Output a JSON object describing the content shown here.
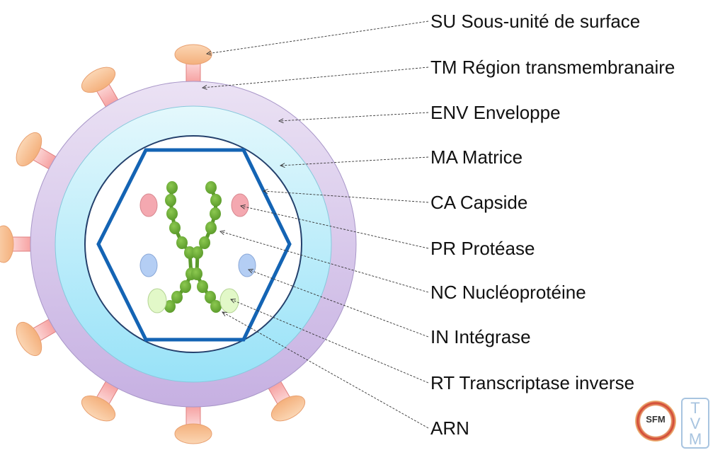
{
  "labels": [
    {
      "abbr": "SU",
      "text": "SU Sous-unité de surface"
    },
    {
      "abbr": "TM",
      "text": "TM Région transmembranaire"
    },
    {
      "abbr": "ENV",
      "text": "ENV Enveloppe"
    },
    {
      "abbr": "MA",
      "text": "MA Matrice"
    },
    {
      "abbr": "CA",
      "text": "CA Capside"
    },
    {
      "abbr": "PR",
      "text": "PR Protéase"
    },
    {
      "abbr": "NC",
      "text": "NC Nucléoprotéine"
    },
    {
      "abbr": "IN",
      "text": "IN Intégrase"
    },
    {
      "abbr": "RT",
      "text": "RT Transcriptase inverse"
    },
    {
      "abbr": "ARN",
      "text": "ARN"
    }
  ],
  "logos": {
    "sfm": "SFM",
    "tvm": [
      "T",
      "V",
      "M"
    ]
  },
  "colors": {
    "envelope": "#cdb8e6",
    "matrix": "#aee8f8",
    "capsid": "#1464b4",
    "su": "#f8c090",
    "tm": "#f6a8a8",
    "nc": "#6aa834",
    "pr": "#f2a0a8",
    "in": "#a8c4f0",
    "rt": "#d8f4b8"
  }
}
